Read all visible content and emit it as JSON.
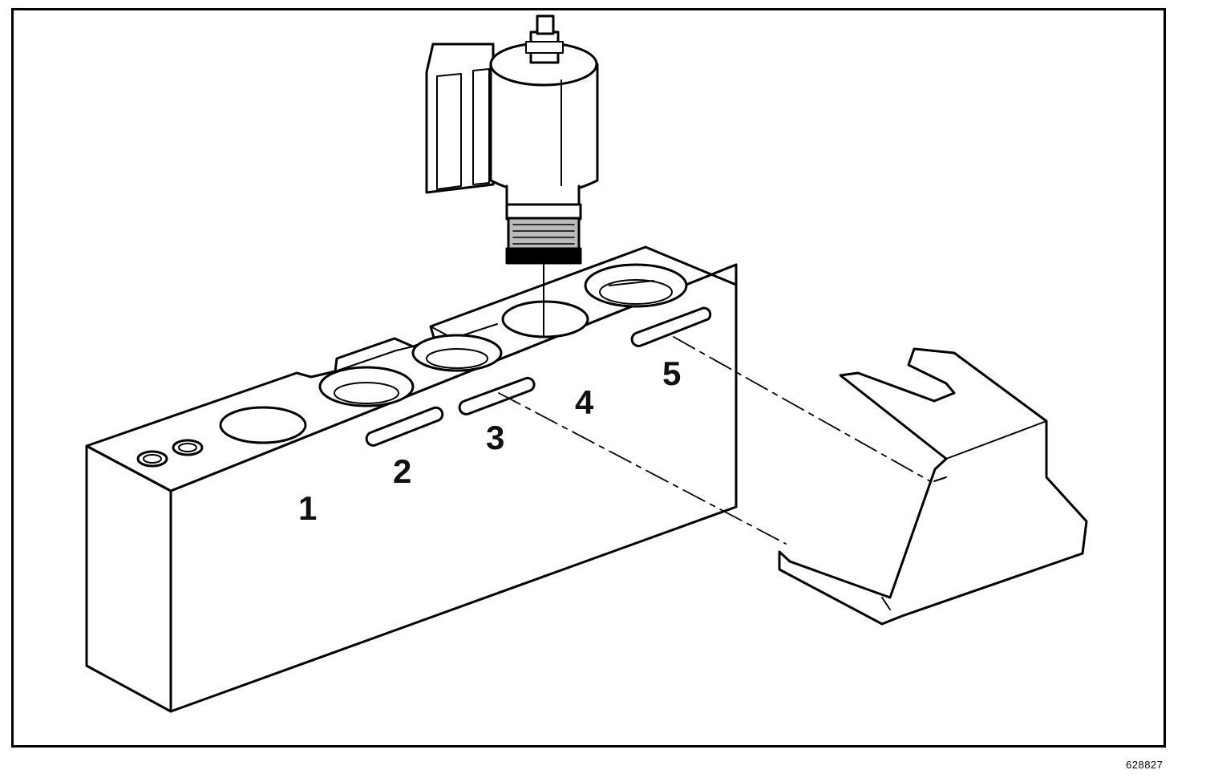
{
  "labels": {
    "slot_1": "1",
    "slot_2": "2",
    "slot_3": "3",
    "slot_4": "4",
    "slot_5": "5"
  },
  "figure_code": "628827",
  "colors": {
    "line": "#000000",
    "background": "#ffffff"
  },
  "icons": {
    "solenoid": "pressure-control-solenoid-icon",
    "body": "solenoid-valve-body-icon",
    "bracket": "retainer-bracket-icon"
  }
}
